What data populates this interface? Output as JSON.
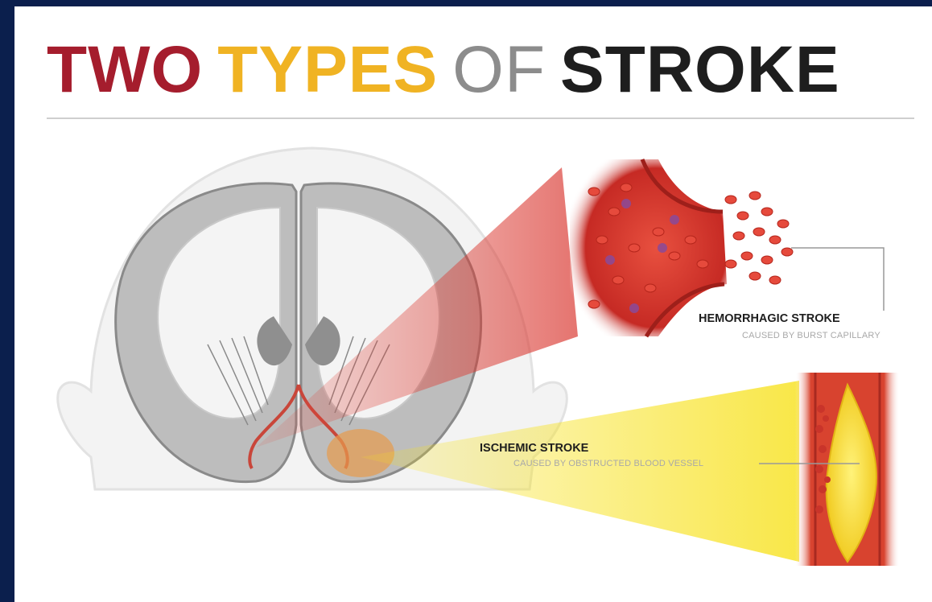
{
  "title": {
    "word1": "TWO",
    "word2": "TYPES",
    "word3": "OF",
    "word4": "STROKE"
  },
  "labels": {
    "hemorrhagic": {
      "title": "HEMORRHAGIC STROKE",
      "subtitle": "CAUSED BY BURST CAPILLARY"
    },
    "ischemic": {
      "title": "ISCHEMIC STROKE",
      "subtitle": "CAUSED BY OBSTRUCTED BLOOD VESSEL"
    }
  },
  "colors": {
    "frame_bg": "#0b1f4d",
    "two": "#a51d2d",
    "types": "#f0b323",
    "of": "#8c8c8c",
    "stroke": "#1e1e1e",
    "hemorrhage_red": "#d8312a",
    "ischemic_yellow": "#f7e11a"
  },
  "icons": [
    "brain-cross-section",
    "burst-capillary",
    "obstructed-blood-vessel"
  ]
}
